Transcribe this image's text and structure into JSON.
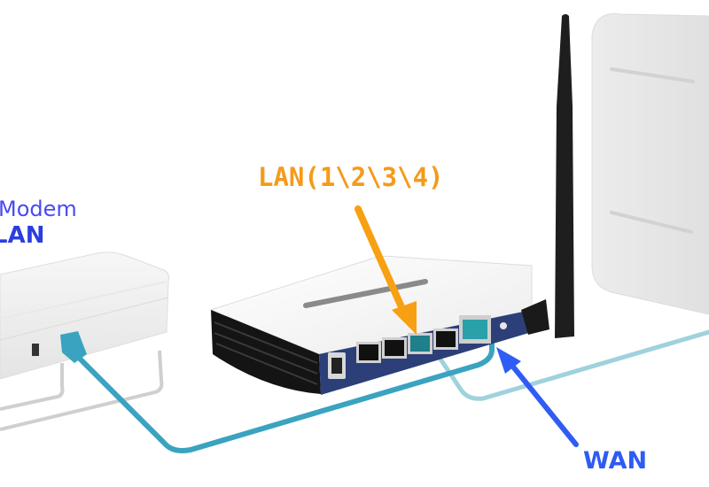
{
  "diagram": {
    "type": "network-connection-illustration",
    "labels": {
      "modem_title": "Modem",
      "modem_port": "LAN",
      "router_lan": "LAN(1\\2\\3\\4)",
      "router_wan": "WAN"
    },
    "devices": [
      {
        "name": "modem",
        "role": "DSL/Cable modem"
      },
      {
        "name": "router",
        "role": "Wireless router with 4 LAN ports, 1 WAN port, antenna"
      },
      {
        "name": "computer",
        "role": "Desktop PC tower"
      }
    ],
    "connections": [
      {
        "from": "modem LAN port",
        "to": "router WAN port",
        "cable": "teal"
      },
      {
        "from": "router LAN port 3",
        "to": "computer",
        "cable": "light-teal"
      }
    ],
    "colors": {
      "modem_label": "#4a4af0",
      "lan_label": "#f59a1b",
      "lan_arrow": "#f7a012",
      "wan_label": "#2e5cf2",
      "wan_arrow": "#2f5cf4",
      "cable_main": "#3aa3c0",
      "cable_light": "#9fd2dc",
      "router_panel": "#2c3f78"
    }
  }
}
